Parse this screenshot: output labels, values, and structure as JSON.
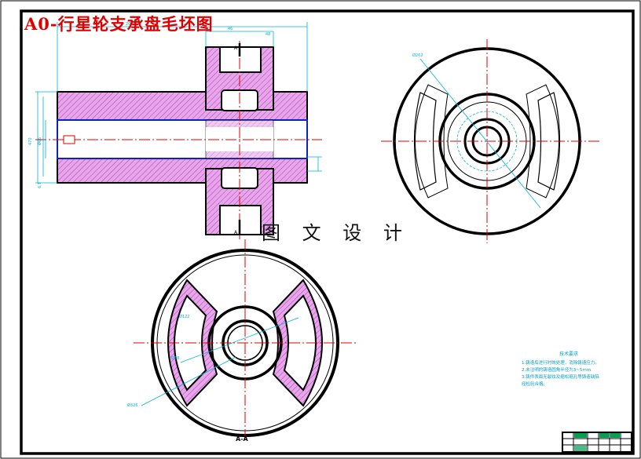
{
  "title": "A0-行星轮支承盘毛坯图",
  "watermark": "图 文 设 计",
  "section_marks": {
    "top": "A",
    "bottom": "A"
  },
  "dimensions": {
    "left_1": "470",
    "left_2": "6.1",
    "left_3": "Ø65",
    "view_r_dia": "Ø262",
    "view_b_dia": "Ø122",
    "view_b_mid": "Ø68",
    "view_b_low": "Ø326",
    "view_b_bottom": "A-A",
    "top_1": "260",
    "top_2": "46",
    "top_3": "48"
  },
  "tech_notes": {
    "heading": "技术要求",
    "items": [
      "1.铸造后进行时效处理，消除铸造应力。",
      "2.未注明的铸造圆角半径为3~5mm",
      "3.铸件表面无裂纹及缩松缩孔等铸造缺陷",
      "  经检验合格。"
    ]
  },
  "colors": {
    "outline": "#000000",
    "section_fill": "#e7a6e9",
    "hatch": "#b03bbb",
    "dimension": "#00b4d8",
    "centerline": "#e00000",
    "bore": "#1020c0",
    "title": "#e00000"
  }
}
